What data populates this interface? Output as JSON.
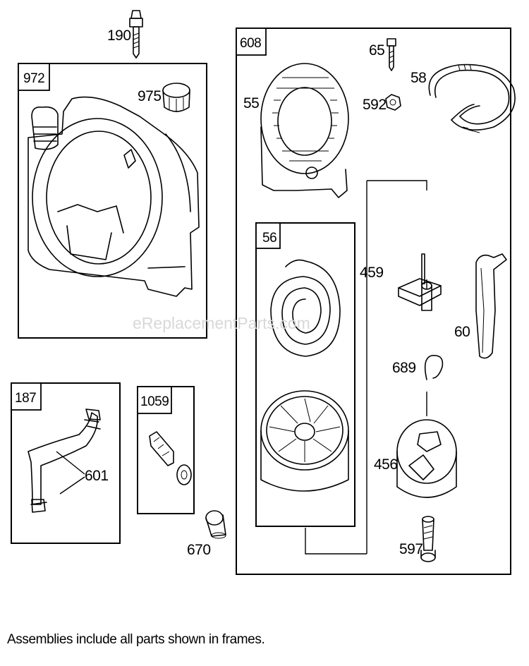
{
  "watermark": "eReplacementParts.com",
  "footnote": "Assemblies include all parts shown in frames.",
  "frames": {
    "f972": "972",
    "f608": "608",
    "f56": "56",
    "f187": "187",
    "f1059": "1059"
  },
  "parts": {
    "p190": "190",
    "p975": "975",
    "p65": "65",
    "p58": "58",
    "p55": "55",
    "p592": "592",
    "p459": "459",
    "p60": "60",
    "p689": "689",
    "p456": "456",
    "p597": "597",
    "p601": "601",
    "p670": "670"
  }
}
